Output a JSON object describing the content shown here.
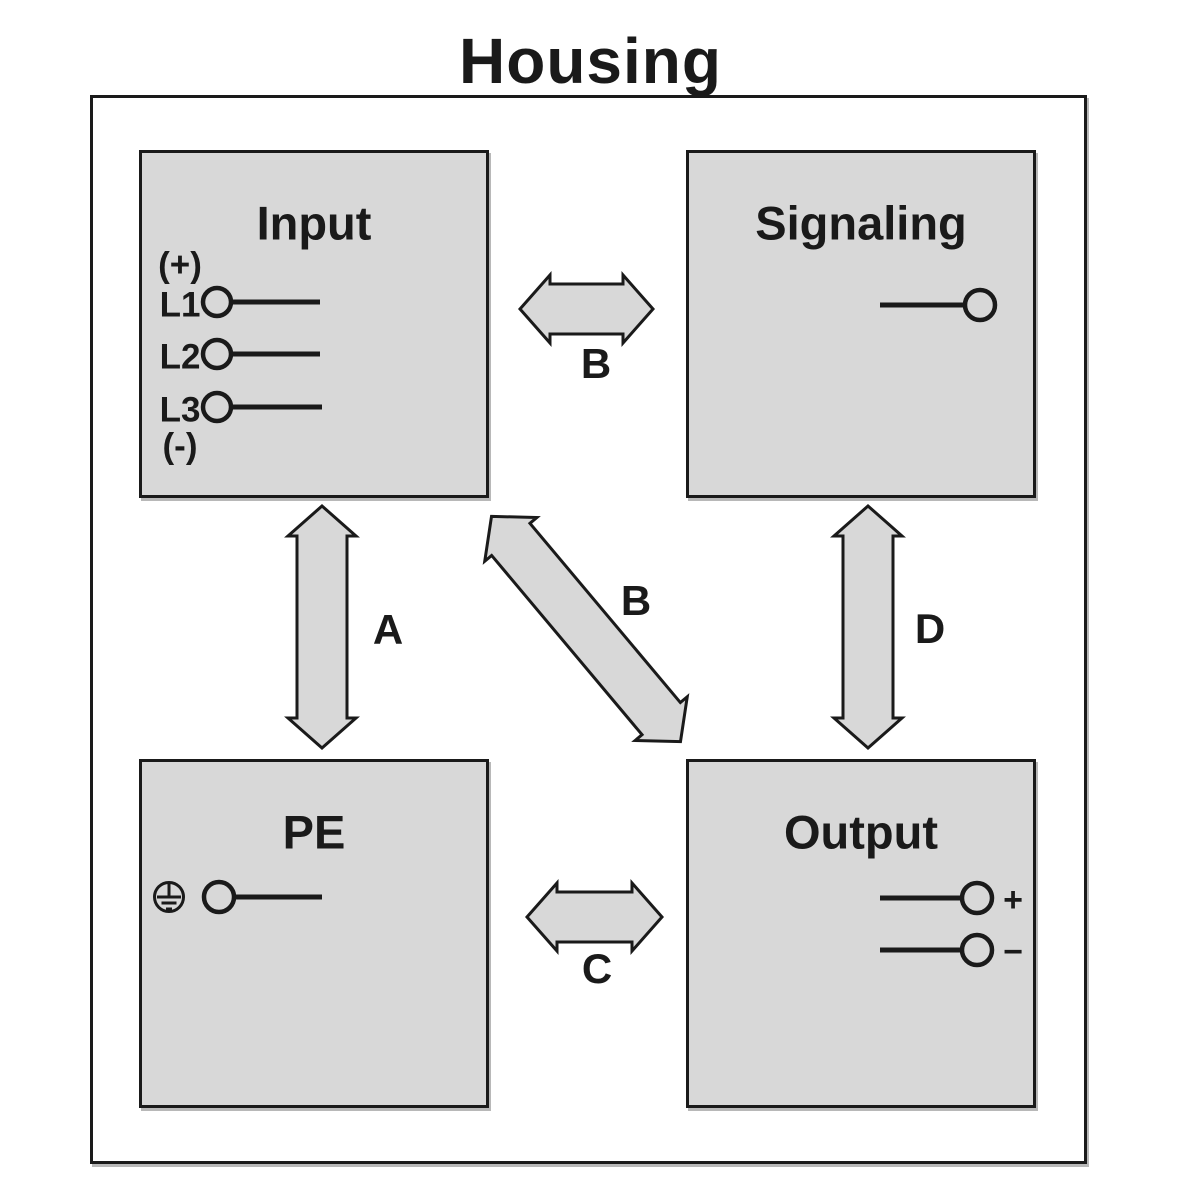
{
  "title": "Housing",
  "colors": {
    "background": "#ffffff",
    "block_fill": "#d8d8d8",
    "outline": "#1a1a1a",
    "text": "#1a1a1a"
  },
  "blocks": {
    "input": {
      "title": "Input",
      "positive_marker": "(+)",
      "negative_marker": "(-)",
      "terminals": [
        "L1",
        "L2",
        "L3"
      ]
    },
    "signaling": {
      "title": "Signaling",
      "terminal_count": 1
    },
    "pe": {
      "title": "PE",
      "has_earth_symbol": true,
      "terminal_count": 1
    },
    "output": {
      "title": "Output",
      "terminals": [
        "+",
        "−"
      ]
    }
  },
  "arrows": {
    "a": {
      "label": "A",
      "connects": "Input–PE",
      "orientation": "vertical"
    },
    "b1": {
      "label": "B",
      "connects": "Input–Signaling",
      "orientation": "horizontal"
    },
    "b2": {
      "label": "B",
      "connects": "Input–Output",
      "orientation": "diagonal"
    },
    "c": {
      "label": "C",
      "connects": "PE–Output",
      "orientation": "horizontal"
    },
    "d": {
      "label": "D",
      "connects": "Signaling–Output",
      "orientation": "vertical"
    }
  }
}
